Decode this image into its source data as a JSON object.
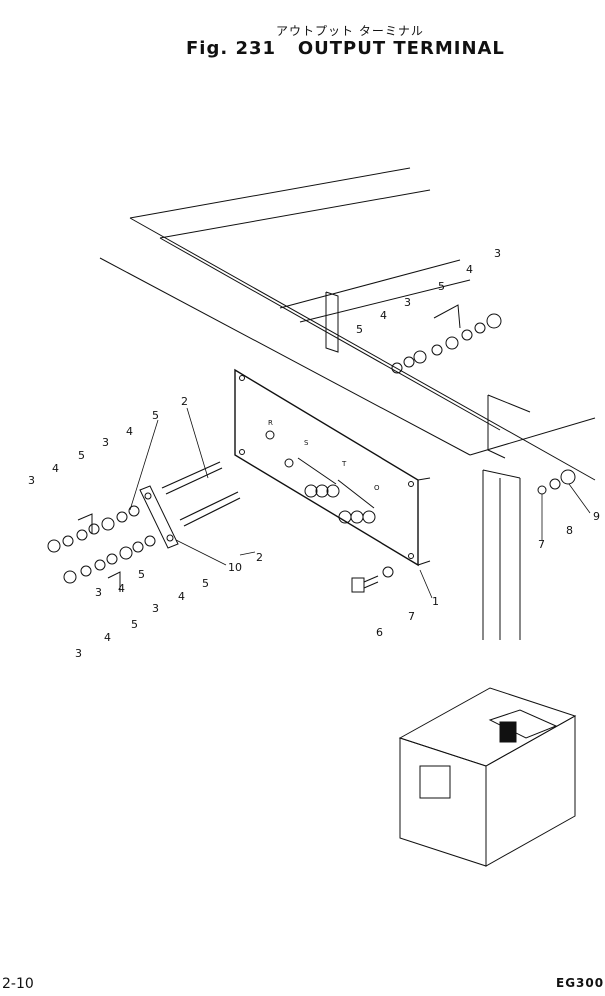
{
  "header": {
    "japanese_title": "アウトプット ターミナル",
    "figure_number": "Fig. 231",
    "title": "OUTPUT TERMINAL"
  },
  "diagram": {
    "terminal_marks": [
      "R",
      "S",
      "T",
      "O"
    ],
    "callouts": [
      "3",
      "4",
      "5",
      "3",
      "4",
      "5",
      "3",
      "4",
      "5",
      "2",
      "3",
      "4",
      "5",
      "3",
      "4",
      "5",
      "2",
      "10",
      "3",
      "4",
      "5",
      "3",
      "4",
      "5",
      "6",
      "7",
      "1",
      "7",
      "8",
      "9"
    ]
  },
  "footer": {
    "page_number": "2-10",
    "model_code": "EG300"
  }
}
